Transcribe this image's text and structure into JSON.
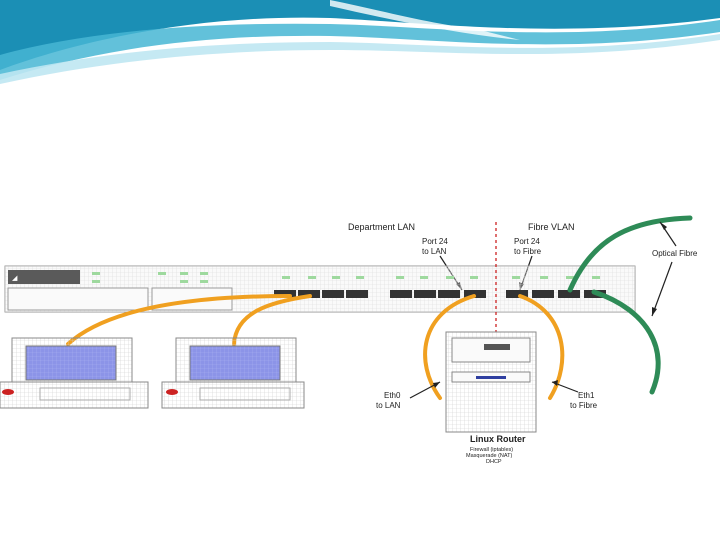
{
  "slide": {
    "header_colors": [
      "#1b8fb5",
      "#46b6d4",
      "#bfe7f2"
    ]
  },
  "diagram": {
    "segments": {
      "left": "Department LAN",
      "right": "Fibre VLAN"
    },
    "ports": {
      "left": [
        "Port 24",
        "to LAN"
      ],
      "right": [
        "Port 24",
        "to Fibre"
      ]
    },
    "links": {
      "eth0": [
        "Eth0",
        "to LAN"
      ],
      "eth1": [
        "Eth1",
        "to Fibre"
      ],
      "fibre": "Optical Fibre"
    },
    "router": {
      "title": "Linux Router",
      "details": [
        "Firewall (iptables)",
        "Masquerade (NAT)",
        "DHCP"
      ]
    },
    "colors": {
      "lan_cable": "#f0a020",
      "fibre_cable": "#2e8b57",
      "vlan_divider": "#cc2222",
      "monitor_screen": "#8c94e8"
    }
  }
}
